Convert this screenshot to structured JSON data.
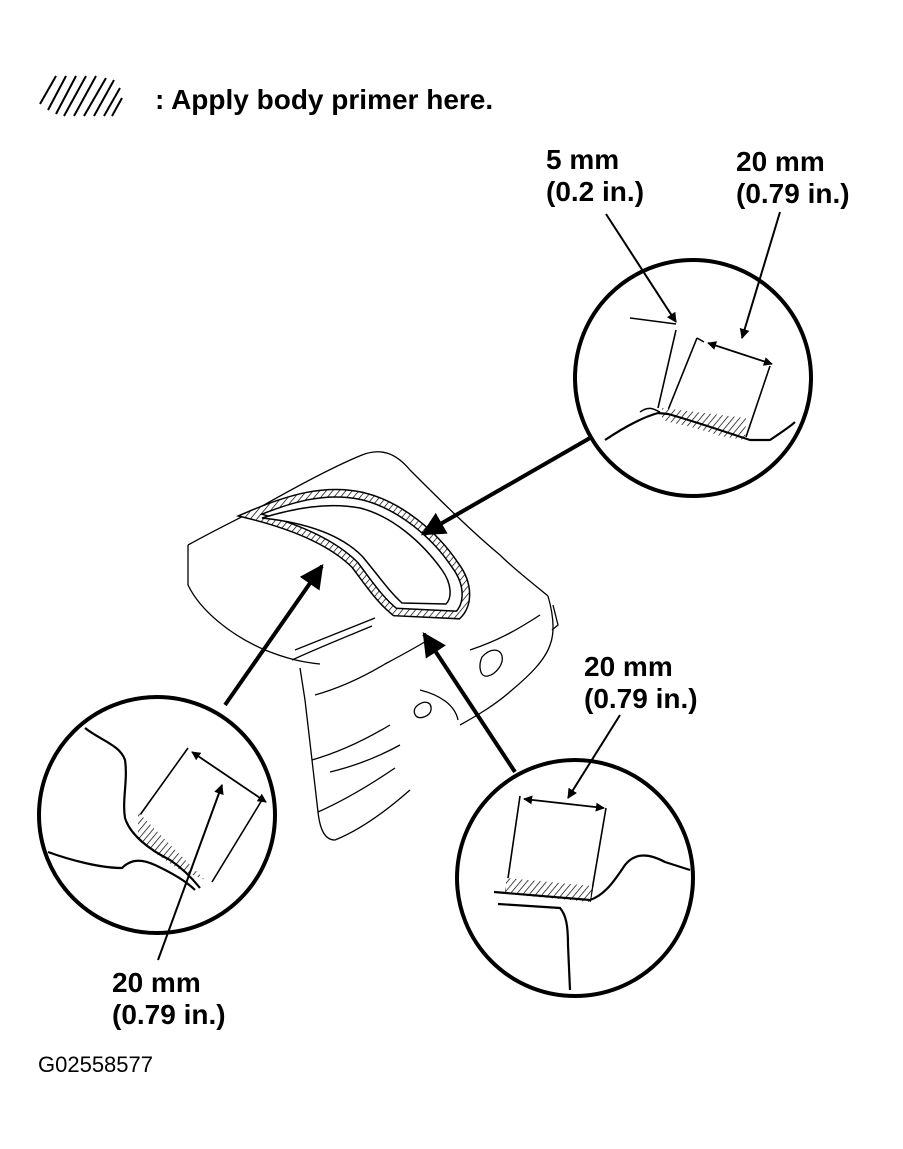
{
  "legend": {
    "swatch_icon": "diagonal-hatch-swatch",
    "text": ": Apply body primer here."
  },
  "callouts": {
    "top_left": {
      "mm": "5 mm",
      "in": "(0.2 in.)"
    },
    "top_right": {
      "mm": "20 mm",
      "in": "(0.79 in.)"
    },
    "bottom_right": {
      "mm": "20 mm",
      "in": "(0.79 in.)"
    },
    "bottom_left": {
      "mm": "20 mm",
      "in": "(0.79 in.)"
    }
  },
  "figure_code": "G02558577",
  "colors": {
    "ink": "#000000",
    "paper": "#ffffff"
  }
}
